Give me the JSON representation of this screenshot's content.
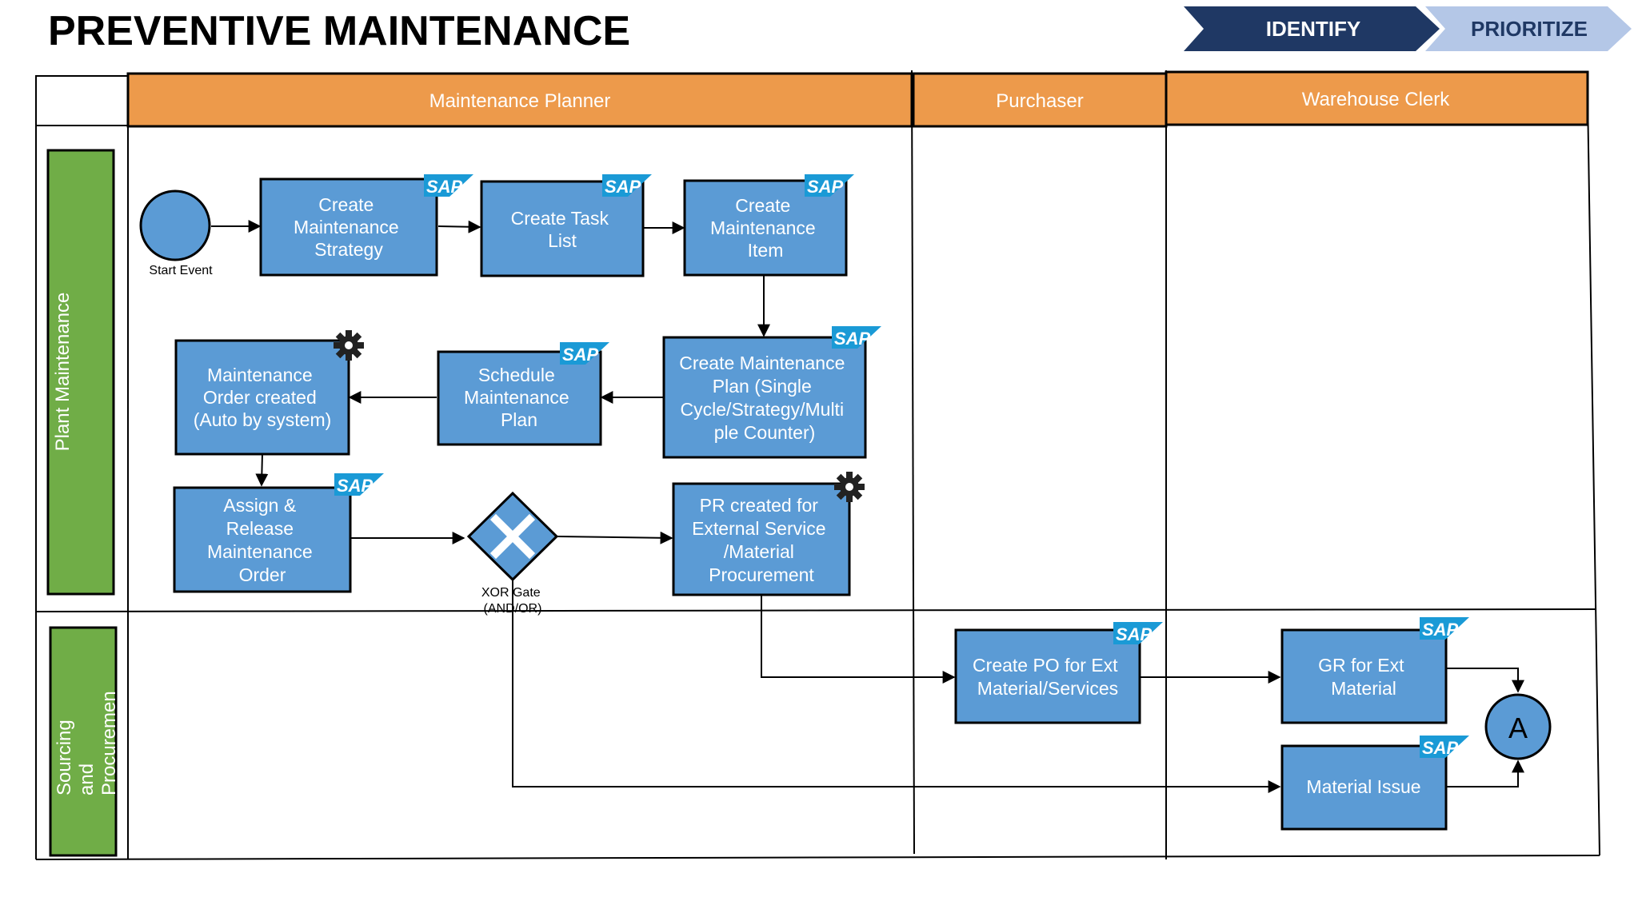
{
  "title": "PREVENTIVE MAINTENANCE",
  "chevrons": [
    {
      "label": "IDENTIFY",
      "fill": "#1f3864",
      "text_color": "#ffffff"
    },
    {
      "label": "PRIORITIZE",
      "fill": "#b4c7e7",
      "text_color": "#1f3864"
    }
  ],
  "columns": [
    "Maintenance Planner",
    "Purchaser",
    "Warehouse Clerk"
  ],
  "rows": [
    {
      "label": "Plant Maintenance"
    },
    {
      "label_lines": [
        "Sourcing",
        "and",
        "Procuremen"
      ]
    }
  ],
  "nodes": {
    "start": {
      "label": "Start Event"
    },
    "create_strategy": {
      "lines": [
        "Create",
        "Maintenance",
        "Strategy"
      ]
    },
    "create_task_list": {
      "lines": [
        "Create Task",
        "List"
      ]
    },
    "create_item": {
      "lines": [
        "Create",
        "Maintenance",
        "Item"
      ]
    },
    "create_plan": {
      "lines": [
        "Create Maintenance",
        "Plan (Single",
        "Cycle/Strategy/Multi",
        "ple Counter)"
      ]
    },
    "schedule_plan": {
      "lines": [
        "Schedule",
        "Maintenance",
        "Plan"
      ]
    },
    "order_created": {
      "lines": [
        "Maintenance",
        "Order created",
        "(Auto by system)"
      ]
    },
    "assign_release": {
      "lines": [
        "Assign  &",
        "Release",
        "Maintenance",
        "Order"
      ]
    },
    "xor_gate": {
      "lines": [
        "XOR Gate",
        "(AND/OR)"
      ]
    },
    "pr_created": {
      "lines": [
        "PR created for",
        "External Service",
        "/Material",
        "Procurement"
      ]
    },
    "create_po": {
      "lines": [
        "Create PO for Ext",
        "Material/Services"
      ]
    },
    "gr_ext": {
      "lines": [
        "GR for Ext",
        "Material"
      ]
    },
    "material_issue": {
      "lines": [
        "Material Issue"
      ]
    },
    "connector_a": {
      "label": "A"
    }
  },
  "sap_badge": "SAP",
  "colors": {
    "task_fill": "#5b9bd5",
    "lane_header": "#ed9a4b",
    "row_header": "#70ad47",
    "sap_blue": "#1a9ad6"
  },
  "icons": {
    "automated": "gear-icon",
    "system": "sap-logo"
  }
}
